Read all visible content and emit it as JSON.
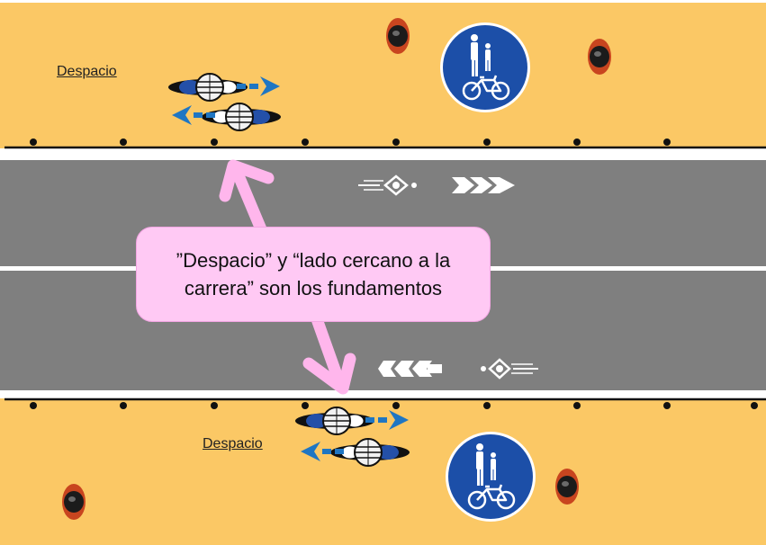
{
  "labels": {
    "top_slow": "Despacio",
    "bottom_slow": "Despacio"
  },
  "callout": {
    "line1": "”Despacio” y “lado cercano a la",
    "line2": "carrera” son los fundamentos"
  },
  "icons": {
    "sign": "shared-pedestrian-bicycle-sign-icon",
    "cyclist": "cyclist-topdown-icon",
    "pedestrian": "pedestrian-topdown-icon",
    "direction": "dashed-direction-arrow-icon",
    "road_marking": "bicycle-road-marking-icon",
    "chevrons": "chevron-arrows-icon"
  },
  "colors": {
    "sidewalk": "#fbc865",
    "road": "#7f7f7f",
    "arrow_blue": "#1f76c3",
    "sign_blue": "#1c4fa8",
    "callout_pink": "#ffc9f4",
    "pointer_pink": "#ffb6ec",
    "pedestrian_red": "#c8451f"
  }
}
